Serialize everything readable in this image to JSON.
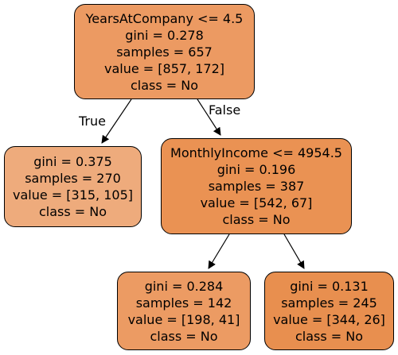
{
  "colors": {
    "root": "#ec9a62",
    "left": "#eeab7c",
    "right": "#ea9253",
    "right_left": "#ec9b63",
    "right_right": "#e88f4f",
    "border": "#000000",
    "edge": "#000000"
  },
  "nodes": {
    "root": {
      "condition": "YearsAtCompany <= 4.5",
      "gini": "gini = 0.278",
      "samples": "samples = 657",
      "value": "value = [857, 172]",
      "class": "class = No"
    },
    "left": {
      "gini": "gini = 0.375",
      "samples": "samples = 270",
      "value": "value = [315, 105]",
      "class": "class = No"
    },
    "right": {
      "condition": "MonthlyIncome <= 4954.5",
      "gini": "gini = 0.196",
      "samples": "samples = 387",
      "value": "value = [542, 67]",
      "class": "class = No"
    },
    "right_left": {
      "gini": "gini = 0.284",
      "samples": "samples = 142",
      "value": "value = [198, 41]",
      "class": "class = No"
    },
    "right_right": {
      "gini": "gini = 0.131",
      "samples": "samples = 245",
      "value": "value = [344, 26]",
      "class": "class = No"
    }
  },
  "edge_labels": {
    "true": "True",
    "false": "False"
  }
}
